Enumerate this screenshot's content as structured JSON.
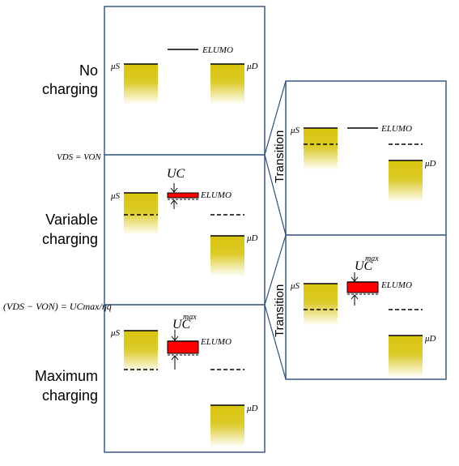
{
  "colors": {
    "panel_border": "#2b4e7c",
    "contact_fill": "#d9c40a",
    "contact_fade": "#ffffff",
    "charged_level": "#ff0000",
    "line": "#000000"
  },
  "panels": {
    "no_charging": {
      "label_line1": "No",
      "label_line2": "charging",
      "mu_s": "μS",
      "mu_d": "μD",
      "e_lumo": "ELUMO"
    },
    "variable_charging": {
      "label_line1": "Variable",
      "label_line2": "charging",
      "mu_s": "μS",
      "mu_d": "μD",
      "e_lumo": "ELUMO",
      "u_c": "UC"
    },
    "maximum_charging": {
      "label_line1": "Maximum",
      "label_line2": "charging",
      "mu_s": "μS",
      "mu_d": "μD",
      "e_lumo": "ELUMO",
      "u_c": "UC",
      "u_c_sup": "max"
    },
    "transition_top": {
      "label": "Transition",
      "mu_s": "μS",
      "mu_d": "μD",
      "e_lumo": "ELUMO"
    },
    "transition_bottom": {
      "label": "Transition",
      "mu_s": "μS",
      "mu_d": "μD",
      "e_lumo": "ELUMO",
      "u_c": "UC",
      "u_c_sup": "max"
    }
  },
  "conditions": {
    "von": "VDS = VON",
    "umax": "(VDS − VON) = UCmax/ηq"
  }
}
